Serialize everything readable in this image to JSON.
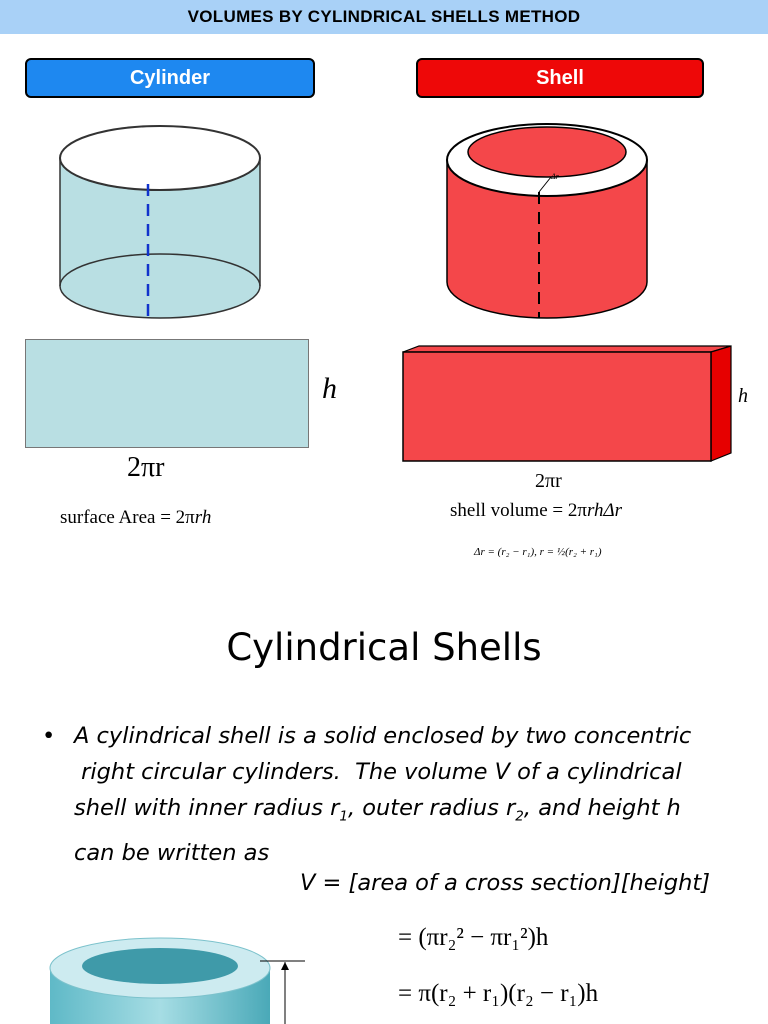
{
  "banner": {
    "title": "VOLUMES BY CYLINDRICAL SHELLS METHOD"
  },
  "labels": {
    "cylinder": "Cylinder",
    "shell": "Shell"
  },
  "colors": {
    "banner": "#a9d1f7",
    "cylinder_button": "#1e88f0",
    "shell_button": "#ee0808",
    "cylinder_fill": "#b9dfe3",
    "shell_fill": "#f4474a"
  },
  "cylinder_math": {
    "h": "h",
    "circumference": "2πr",
    "surface_prefix": "surface Area = 2π",
    "surface_vars": "rh"
  },
  "shell_math": {
    "delta_r_tag": "Δr",
    "h": "h",
    "circumference": "2πr",
    "volume_prefix": "shell volume = 2π",
    "volume_vars": "rhΔr",
    "delta_formula": "Δr = (r₂ − r₁), r = ½(r₂ + r₁)"
  },
  "section": {
    "title": "Cylindrical Shells",
    "bullet": "•",
    "line1": "A cylindrical shell  is a solid enclosed by two concentric",
    "line2": " right circular cylinders.  The volume V of a cylindrical",
    "line3_a": "shell with inner radius r",
    "line3_sub1": "1",
    "line3_b": ", outer radius r",
    "line3_sub2": "2",
    "line3_c": ", and height h",
    "line4": "can be written as",
    "volume_line": "V = [area of a cross section][height]",
    "eq1": "= (πr₂² − πr₁²)h",
    "eq2": "= π(r₂ + r₁)(r₂ − r₁)h"
  }
}
